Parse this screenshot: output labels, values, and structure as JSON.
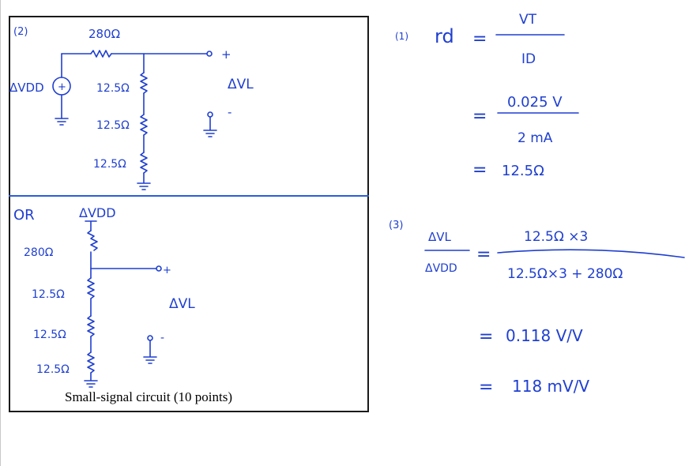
{
  "caption": "Small-signal circuit (10 points)",
  "ink_color": "#1f3fd0",
  "part2": {
    "label": "(2)",
    "r_top": "280Ω",
    "sources": "ΔVDD",
    "r1": "12.5Ω",
    "r2": "12.5Ω",
    "r3": "12.5Ω",
    "plus": "+",
    "minus": "-",
    "output": "ΔVL"
  },
  "alt": {
    "label": "OR",
    "source": "ΔVDD",
    "r_top": "280Ω",
    "r1": "12.5Ω",
    "r2": "12.5Ω",
    "r3": "12.5Ω",
    "plus": "+",
    "minus": "-",
    "output": "ΔVL"
  },
  "part1": {
    "label": "(1)",
    "lhs": "rd",
    "eq": "=",
    "num1": "VT",
    "den1": "ID",
    "num2": "0.025 V",
    "den2": "2 mA",
    "result": "12.5Ω"
  },
  "part3": {
    "label": "(3)",
    "lhs_num": "ΔVL",
    "lhs_den": "ΔVDD",
    "eq": "=",
    "num": "12.5Ω ×3",
    "den": "12.5Ω×3 + 280Ω",
    "r1": "0.118 V/V",
    "r2": "118 mV/V"
  }
}
